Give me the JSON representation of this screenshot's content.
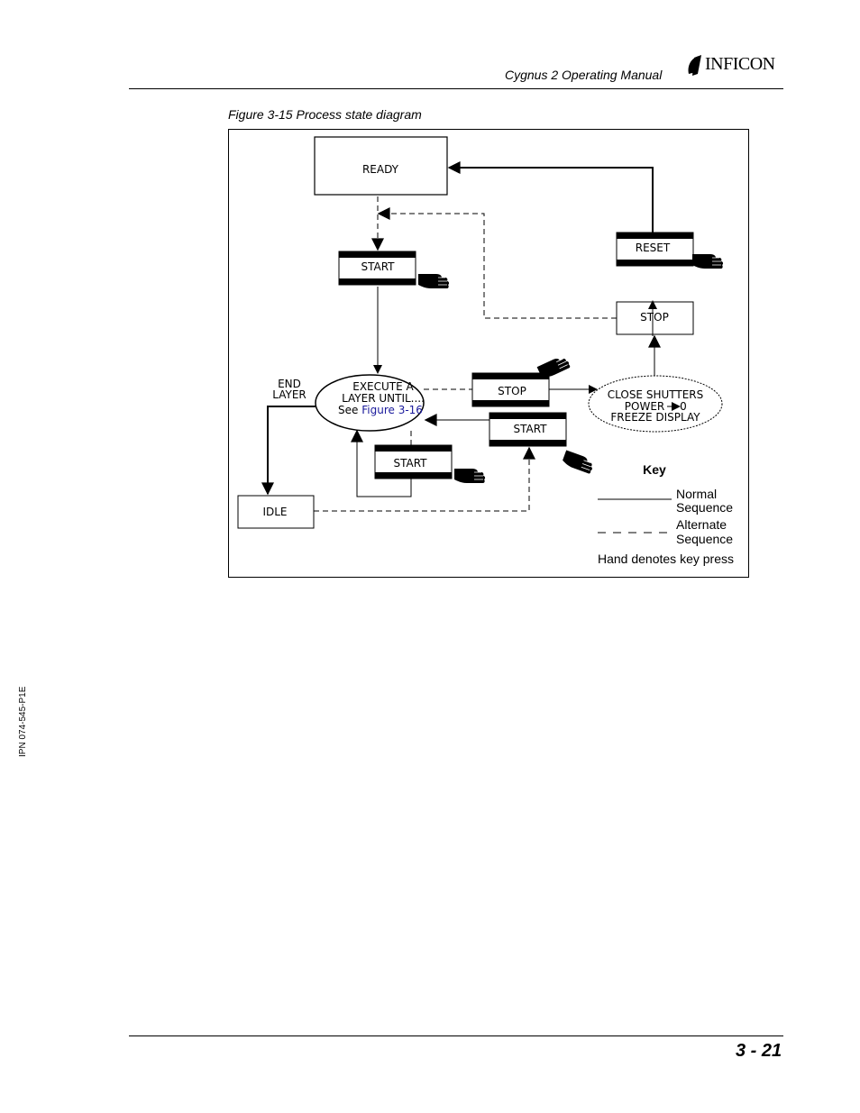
{
  "header": {
    "title": "Cygnus 2 Operating Manual",
    "logo_text": "INFICON"
  },
  "figure": {
    "caption": "Figure 3-15  Process state diagram",
    "states": {
      "ready": "READY",
      "start_top": "START",
      "execute_line1": "EXECUTE  A",
      "execute_line2": "LAYER  UNTIL....",
      "execute_see": "See ",
      "execute_link": "Figure 3-16",
      "end_layer_line1": "END",
      "end_layer_line2": "LAYER",
      "idle": "IDLE",
      "start_bottom": "START",
      "stop_middle": "STOP",
      "start_middle": "START",
      "close_line1": "CLOSE  SHUTTERS",
      "close_line2": "POWER",
      "close_line2_value": "0",
      "close_line3": "FREEZE  DISPLAY",
      "stop_right": "STOP",
      "reset": "RESET"
    },
    "key": {
      "title": "Key",
      "normal_line1": "Normal",
      "normal_line2": "Sequence",
      "alternate_line1": "Alternate",
      "alternate_line2": "Sequence",
      "hand_note": "Hand denotes key press"
    }
  },
  "sidebar": {
    "ipn": "IPN 074-545-P1E"
  },
  "footer": {
    "page_number": "3 - 21"
  },
  "colors": {
    "link": "#1a1a9c",
    "ink": "#000000"
  }
}
